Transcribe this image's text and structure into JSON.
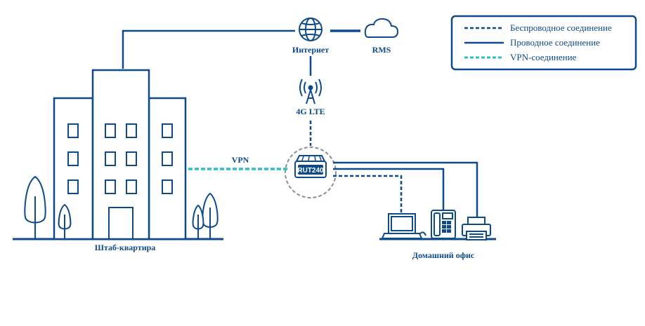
{
  "colors": {
    "primary": "#0d4a8c",
    "vpn": "#2fbfc6",
    "background": "#ffffff"
  },
  "legend": {
    "wireless": "Беспроводное соединение",
    "wired": "Проводное соединение",
    "vpn": "VPN-соединение"
  },
  "nodes": {
    "internet": "Интернет",
    "rms": "RMS",
    "lte": "4G LTE",
    "router": "RUT240",
    "headquarters": "Штаб-квартира",
    "home_office": "Домашний офис"
  },
  "links": {
    "vpn_label": "VPN"
  },
  "icons": [
    "globe-icon",
    "cloud-icon",
    "cell-tower-icon",
    "router-icon",
    "building-icon",
    "tree-icon",
    "laptop-icon",
    "phone-icon",
    "printer-icon"
  ]
}
